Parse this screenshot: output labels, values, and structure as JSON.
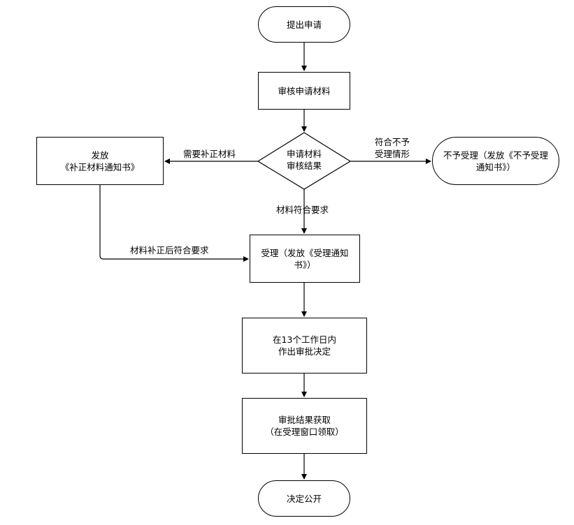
{
  "nodes": {
    "start": "提出申请",
    "review": "审核申请材料",
    "decision": "申请材料\n审核结果",
    "supplement": "发放\n《补正材料通知书》",
    "reject": "不予受理（发放《不予受理\n通知书》）",
    "accept": "受理（发放《受理通知\n书》）",
    "approve": "在13个工作日内\n作出审批决定",
    "collect": "审批结果获取\n（在受理窗口领取）",
    "publish": "决定公开"
  },
  "edges": {
    "need_supplement": "需要补正材料",
    "not_eligible": "符合不予\n受理情形",
    "eligible": "材料符合要求",
    "after_supplement": "材料补正后符合要求"
  }
}
